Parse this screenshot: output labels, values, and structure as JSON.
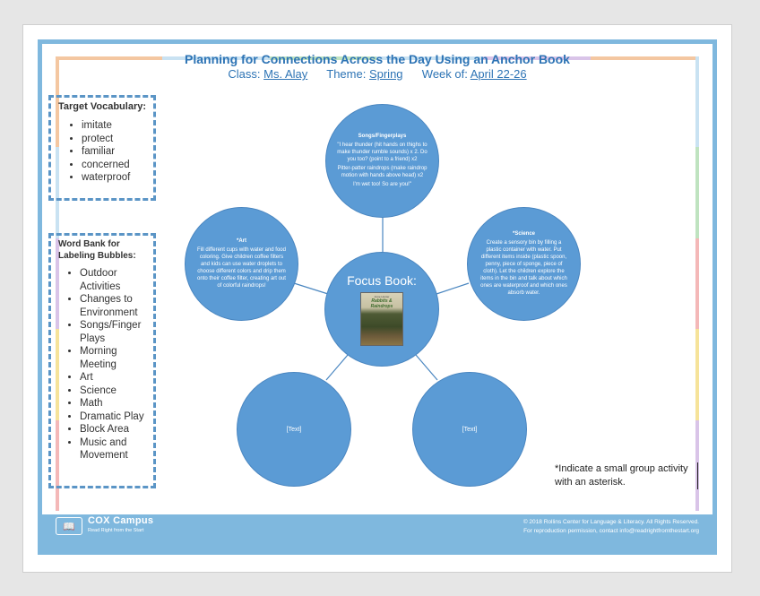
{
  "header": {
    "title": "Planning for Connections Across the Day Using an Anchor Book",
    "class_label": "Class:",
    "class_value": "Ms. Alay",
    "theme_label": "Theme:",
    "theme_value": "Spring",
    "week_label": "Week of:",
    "week_value": "April 22-26"
  },
  "vocabulary": {
    "title": "Target Vocabulary:",
    "items": [
      "imitate",
      "protect",
      "familiar",
      "concerned",
      "waterproof"
    ]
  },
  "word_bank": {
    "title": "Word Bank for Labeling Bubbles:",
    "items": [
      "Outdoor Activities",
      "Changes to Environment",
      "Songs/Finger Plays",
      "Morning Meeting",
      "Art",
      "Science",
      "Math",
      "Dramatic Play",
      "Block Area",
      "Music and Movement"
    ]
  },
  "bubbles": {
    "focus_title": "Focus Book:",
    "book_author": "Anne Hunter",
    "book_title": "Rabbits & Raindrops",
    "songs_heading": "Songs/Fingerplays",
    "songs_p1": "\"I hear thunder (hit hands on thighs to make thunder rumble sounds) x 2. Do you too? (point to a friend) x2",
    "songs_p2": "Pitter-patter raindrops (make raindrop motion with hands above head) x2",
    "songs_p3": "I'm wet too! So are you!\"",
    "art_heading": "*Art",
    "art_text": "Fill different cups with water and food coloring. Give children coffee filters and kids can use water droplets to choose different colors and drip them onto their coffee filter, creating art out of colorful raindrops!",
    "science_heading": "*Science",
    "science_text": "Create a sensory bin by filling a plastic container with water. Put different items inside (plastic spoon, penny, piece of sponge, piece of cloth). Let the children explore the items in the bin and talk about which ones are waterproof and which ones absorb water.",
    "placeholder_left": "[Text]",
    "placeholder_right": "[Text]"
  },
  "note": "*Indicate a small group activity with an asterisk.",
  "footer": {
    "brand": "COX Campus",
    "tagline": "Read Right from the Start",
    "copyright": "© 2018 Rollins Center for Language & Literacy. All Rights Reserved.",
    "permission": "For reproduction permission, contact info@readrightfromthestart.org"
  },
  "colors": {
    "accent": "#2e74b5",
    "bubble": "#5b9bd5",
    "frame": "#7fb8de",
    "box_border": "#5b95c6"
  }
}
